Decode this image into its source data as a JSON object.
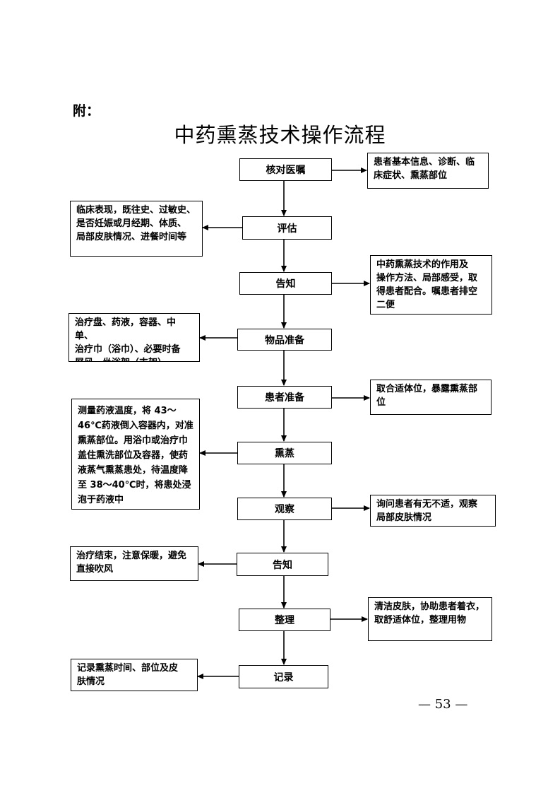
{
  "header": {
    "attachment_label": "附："
  },
  "title": "中药熏蒸技术操作流程",
  "steps": [
    {
      "label": "核对医嘱"
    },
    {
      "label": "评估"
    },
    {
      "label": "告知"
    },
    {
      "label": "物品准备"
    },
    {
      "label": "患者准备"
    },
    {
      "label": "熏蒸"
    },
    {
      "label": "观察"
    },
    {
      "label": "告知"
    },
    {
      "label": "整理"
    },
    {
      "label": "记录"
    }
  ],
  "notes": [
    {
      "text": "患者基本信息、诊断、临\n床症状、熏蒸部位"
    },
    {
      "text": "临床表现，既往史、过敏史、\n是否妊娠或月经期、体质、\n局部皮肤情况、进餐时间等"
    },
    {
      "text": "中药熏蒸技术的作用及\n操作方法、局部感受，取\n得患者配合。嘱患者排空\n二便"
    },
    {
      "text": "治疗盘、药液，容器、中单、\n治疗巾（浴巾）、必要时备\n屏风、坐浴架（支架）"
    },
    {
      "text": "取合适体位，暴露熏蒸部\n位"
    },
    {
      "text": "测量药液温度，将 43～\n46℃药液倒入容器内，对准\n熏蒸部位。用浴巾或治疗巾\n盖住熏洗部位及容器，使药\n液蒸气熏蒸患处，待温度降\n至 38～40℃时，将患处浸\n泡于药液中"
    },
    {
      "text": "询问患者有无不适，观察\n局部皮肤情况"
    },
    {
      "text": "治疗结束，注意保暖，避免\n直接吹风"
    },
    {
      "text": "清洁皮肤，协助患者着衣，\n取舒适体位，整理用物"
    },
    {
      "text": "记录熏蒸时间、部位及皮\n肤情况"
    }
  ],
  "footer": {
    "page_number": "— 53 —"
  }
}
